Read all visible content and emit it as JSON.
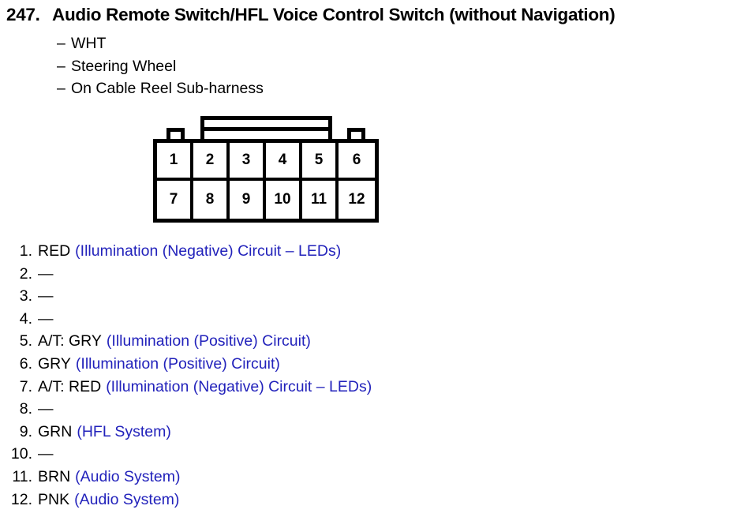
{
  "header": {
    "number": "247.",
    "title": "Audio Remote Switch/HFL Voice Control Switch (without Navigation)"
  },
  "subnotes": [
    {
      "dash": "–",
      "text": "WHT"
    },
    {
      "dash": "–",
      "text": "Steering Wheel"
    },
    {
      "dash": "–",
      "text": "On Cable Reel Sub-harness"
    }
  ],
  "connector": {
    "rows": 2,
    "columns": 6,
    "pins": [
      "1",
      "2",
      "3",
      "4",
      "5",
      "6",
      "7",
      "8",
      "9",
      "10",
      "11",
      "12"
    ]
  },
  "colors": {
    "description_blue": "#2222bb",
    "text_black": "#000000",
    "background": "#ffffff"
  },
  "pin_list": [
    {
      "index": "1.",
      "value": "RED",
      "description": "(Illumination (Negative) Circuit – LEDs)"
    },
    {
      "index": "2.",
      "value": "—",
      "description": ""
    },
    {
      "index": "3.",
      "value": "—",
      "description": ""
    },
    {
      "index": "4.",
      "value": "—",
      "description": ""
    },
    {
      "index": "5.",
      "value": "A/T: GRY",
      "description": "(Illumination (Positive) Circuit)"
    },
    {
      "index": "6.",
      "value": "GRY",
      "description": "(Illumination (Positive) Circuit)"
    },
    {
      "index": "7.",
      "value": "A/T: RED",
      "description": "(Illumination (Negative) Circuit – LEDs)"
    },
    {
      "index": "8.",
      "value": "—",
      "description": ""
    },
    {
      "index": "9.",
      "value": "GRN",
      "description": "(HFL System)"
    },
    {
      "index": "10.",
      "value": "—",
      "description": ""
    },
    {
      "index": "11.",
      "value": "BRN",
      "description": "(Audio System)"
    },
    {
      "index": "12.",
      "value": "PNK",
      "description": "(Audio System)"
    }
  ]
}
